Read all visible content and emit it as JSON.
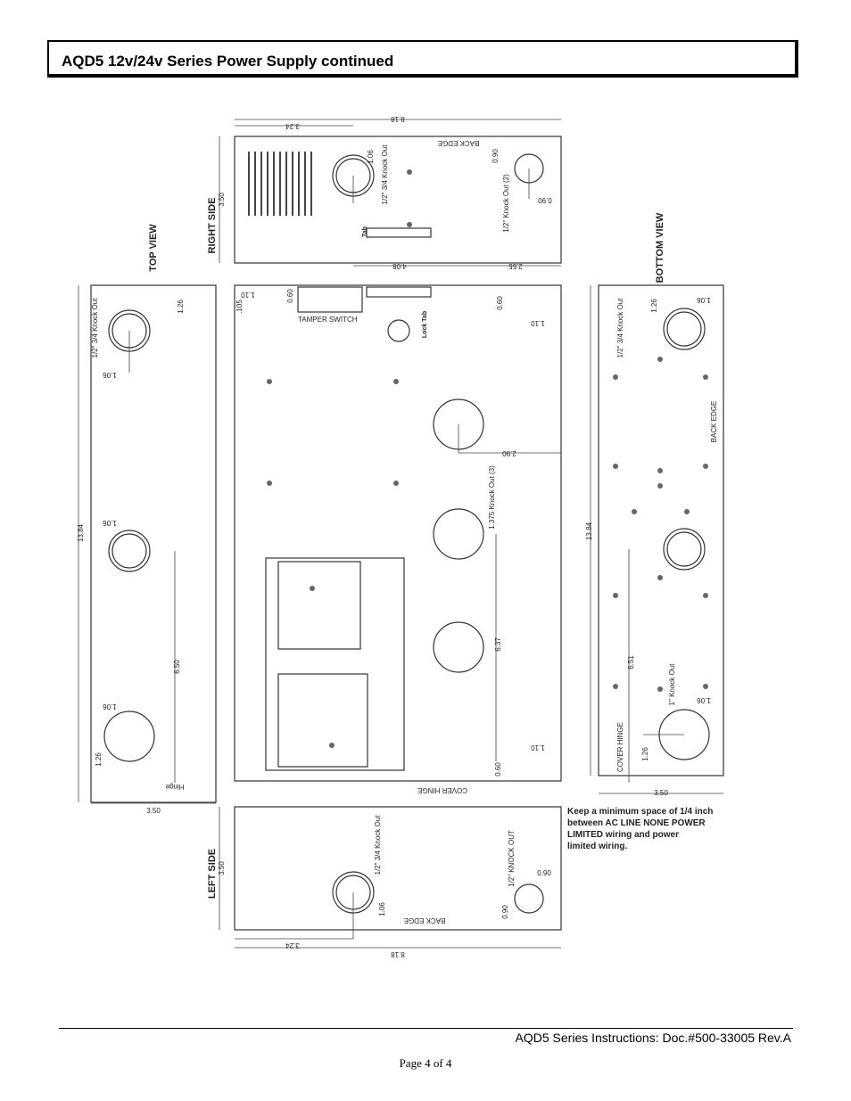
{
  "header": {
    "title": "AQD5 12v/24v Series Power Supply continued"
  },
  "drawing": {
    "views": {
      "right_side": "RIGHT SIDE",
      "top_view": "TOP VIEW",
      "bottom_view": "BOTTOM VIEW",
      "left_side": "LEFT SIDE"
    },
    "labels": {
      "back_edge": "BACK EDGE",
      "knockout_34": "1/2\" 3/4 Knock Out",
      "knockout_12_2": "1/2\" Knock Out (2)",
      "knockout_1375": "1.375 Knock Out (3)",
      "knockout_1": "1\" Knock Out",
      "knockout_12": "1/2\" KNOCK OUT",
      "tab": "Tab",
      "tamper_switch": "TAMPER SWITCH",
      "lock_tab": "Lock Tab",
      "cover_hinge": "COVER HINGE",
      "hinge": "Hinge"
    },
    "dims": {
      "d_8_18": "8.18",
      "d_3_24": "3.24",
      "d_3_50": "3.50",
      "d_1_06": "1.06",
      "d_0_90": "0.90",
      "d_4_08": "4.08",
      "d_2_55": "2.55",
      "d_1_26": "1.26",
      "d_13_84": "13.84",
      "d_6_50": "6.50",
      "d_0_60": "0.60",
      "d_1_05": ".105",
      "d_1_10": "1.10",
      "d_2_90": "2.90",
      "d_6_37": "6.37",
      "d_6_51": "6.51"
    },
    "note": {
      "line1": "Keep a minimum space of 1/4 inch",
      "line2": "between AC LINE NONE POWER",
      "line3": "LIMITED wiring and power",
      "line4": "limited wiring."
    }
  },
  "footer": {
    "doc": "AQD5 Series Instructions:  Doc.#500-33005 Rev.A",
    "page": "Page 4 of 4"
  }
}
